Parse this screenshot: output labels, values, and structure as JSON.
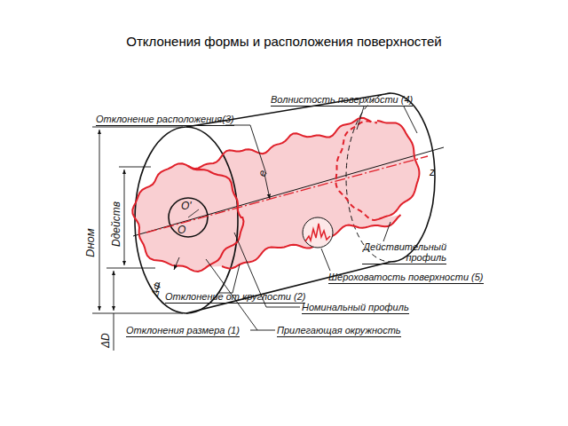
{
  "diagram": {
    "title": "Отклонения формы и расположения поверхностей",
    "labels": [
      "Отклонение расположения(3)",
      "Волнистость поверхности (4)",
      "e",
      "z",
      "O'",
      "O",
      "Dном",
      "Dдейств",
      "Действительный профиль",
      "Шероховатость поверхности (5)",
      "Отклонение от круглости (2)",
      "Номинальный профиль",
      "ΔФ",
      "ΔD",
      "Отклонения размера (1)",
      "Прилегающая окружность"
    ]
  }
}
